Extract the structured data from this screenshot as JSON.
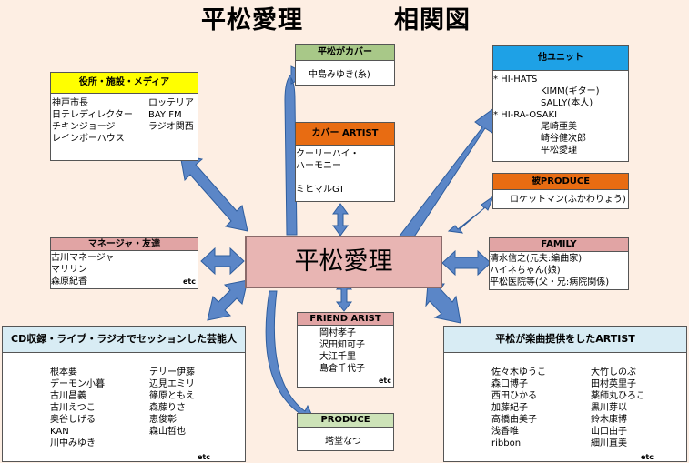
{
  "title": {
    "name": "平松愛理",
    "suffix": "相関図"
  },
  "center": "平松愛理",
  "colors": {
    "bg": "#fdeee3",
    "arrow": "#5b86c7",
    "arrow_stroke": "#2e5d9e",
    "center": "#e8b5b3"
  },
  "boxes": {
    "cover": {
      "header": "平松がカバー",
      "color": "#a8c888",
      "items": [
        "中島みゆき(糸)"
      ]
    },
    "cover_artist": {
      "header": "カバー ARTIST",
      "color": "#e86c12",
      "items": [
        "クーリーハイ・",
        "ハーモニー",
        "",
        "ミヒマルGT"
      ]
    },
    "other_unit": {
      "header": "他ユニット",
      "color": "#1ea1e6",
      "lines": [
        "* HI-HATS",
        "KIMM(ギター)",
        "SALLY(本人)",
        "* HI-RA-OSAKI",
        "尾崎亜美",
        "崎谷健次郎",
        "平松愛理"
      ]
    },
    "produced_by": {
      "header": "被PRODUCE",
      "color": "#e86c12",
      "items": [
        "ロケットマン(ふかわりょう)"
      ]
    },
    "family": {
      "header": "FAMILY",
      "color": "#e1a4a4",
      "items": [
        "清水信之(元夫:編曲家)",
        "ハイネちゃん(娘)",
        "平松医院等(父・兄:病院関係)"
      ]
    },
    "media": {
      "header": "役所・施設・メディア",
      "color": "#ffff00",
      "col1": [
        "神戸市長",
        "日テレディレクター",
        "チキンジョージ",
        "レインボーハウス"
      ],
      "col2": [
        "ロッテリア",
        "BAY FM",
        "ラジオ関西"
      ]
    },
    "manager": {
      "header": "マネージャ・友達",
      "color": "#e1a4a4",
      "items": [
        "古川マネージャ",
        "マリリン",
        "森原紀香"
      ],
      "etc": "etc"
    },
    "friend_artist": {
      "header": "FRIEND ARIST",
      "color": "#e1a4a4",
      "items": [
        "岡村孝子",
        "沢田知可子",
        "大江千里",
        "島倉千代子"
      ],
      "etc": "etc"
    },
    "produce": {
      "header": "PRODUCE",
      "color": "#cde3b8",
      "items": [
        "塔堂なつ"
      ]
    },
    "session": {
      "header": "CD収録・ライブ・ラジオでセッションした芸能人",
      "color": "#d8ecf4",
      "col1": [
        "根本要",
        "デーモン小暮",
        "古川昌義",
        "古川えつこ",
        "奥谷しげる",
        "KAN",
        "川中みゆき"
      ],
      "col2": [
        "テリー伊藤",
        "辺見エミリ",
        "篠原ともえ",
        "森藤りさ",
        "恵俊彰",
        "森山哲也"
      ],
      "etc": "etc"
    },
    "provided": {
      "header": "平松が楽曲提供をしたARTIST",
      "color": "#d8ecf4",
      "col1": [
        "佐々木ゆうこ",
        "森口博子",
        "西田ひかる",
        "加藤紀子",
        "高橋由美子",
        "浅香唯",
        "ribbon"
      ],
      "col2": [
        "大竹しのぶ",
        "田村英里子",
        "薬師丸ひろこ",
        "黒川芽以",
        "鈴木康博",
        "山口由子",
        "細川直美"
      ],
      "etc": "etc"
    }
  }
}
